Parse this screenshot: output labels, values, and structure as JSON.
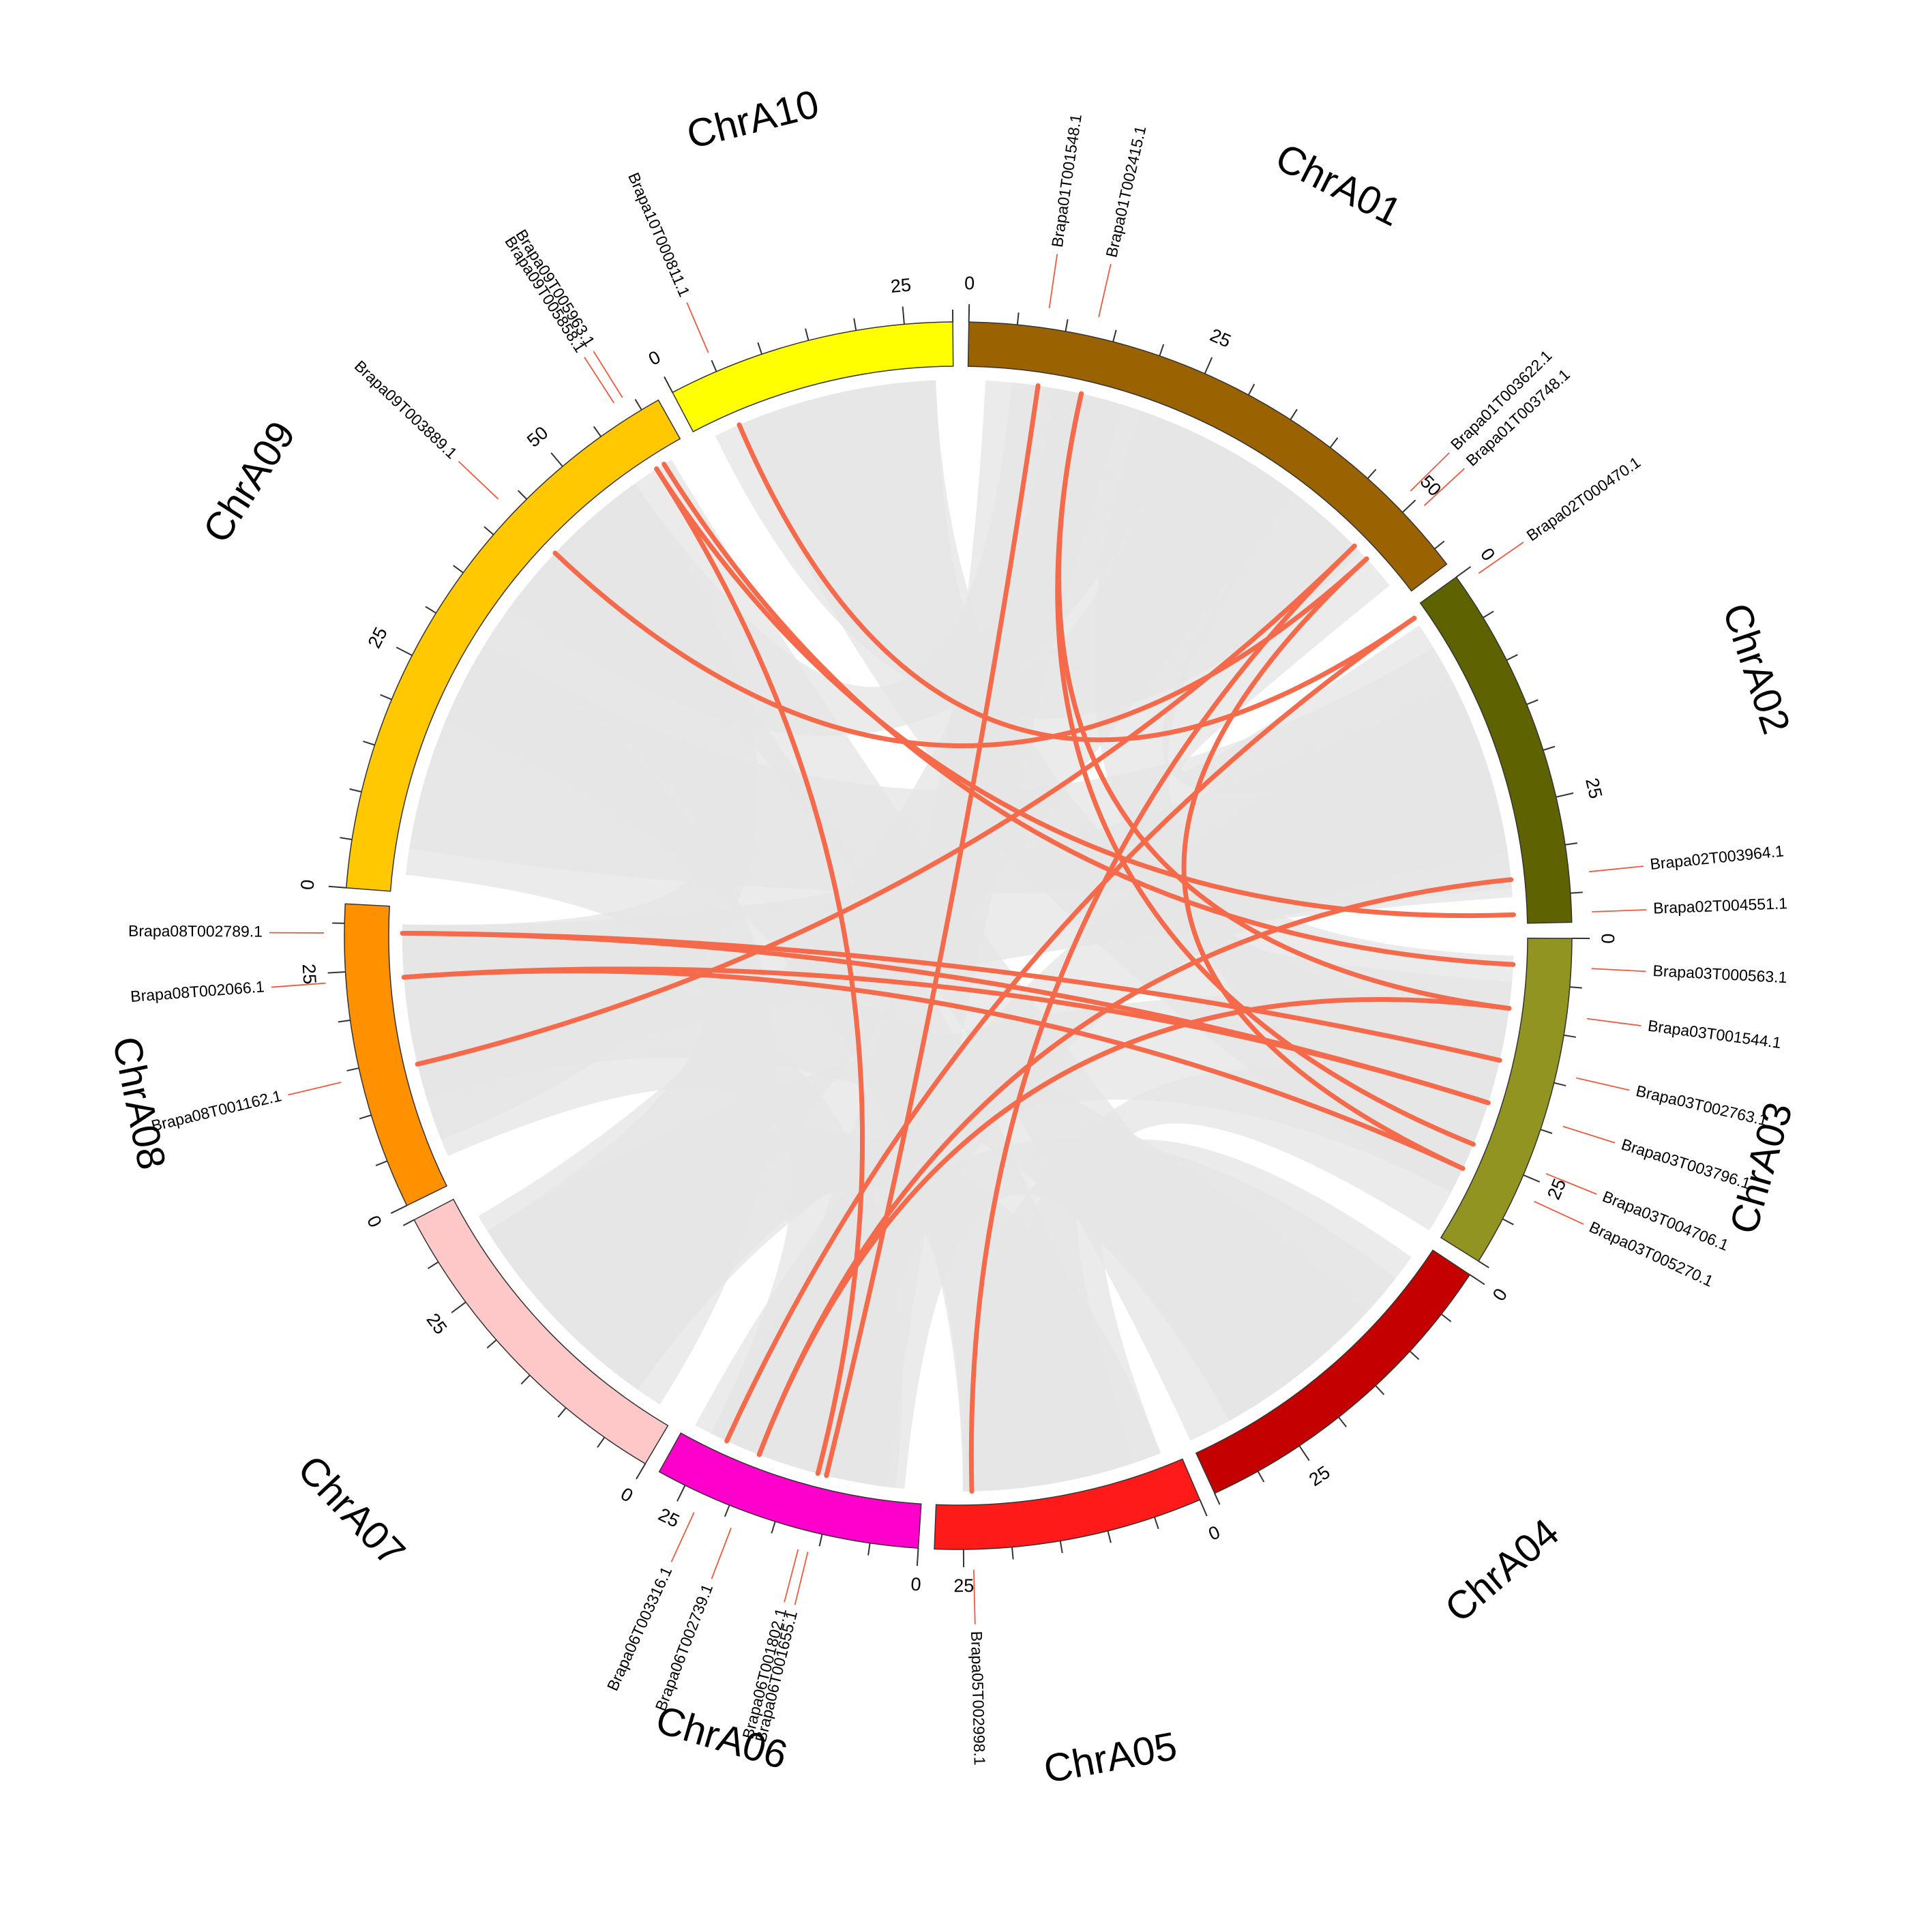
{
  "colors": {
    "background_ribbon": "#e6e6e6",
    "highlight_link": "#f46a4a",
    "leader_line": "#f05a3c"
  },
  "chromosomes": [
    {
      "id": "A01",
      "label": "ChrA01",
      "length": 57,
      "color": "#9a6200",
      "ticks": [
        0,
        25,
        50
      ]
    },
    {
      "id": "A02",
      "label": "ChrA02",
      "length": 38,
      "color": "#5e6200",
      "ticks": [
        0,
        25
      ]
    },
    {
      "id": "A03",
      "label": "ChrA03",
      "length": 35,
      "color": "#919420",
      "ticks": [
        0,
        25
      ]
    },
    {
      "id": "A04",
      "label": "ChrA04",
      "length": 35,
      "color": "#c40000",
      "ticks": [
        0,
        25
      ]
    },
    {
      "id": "A05",
      "label": "ChrA05",
      "length": 28,
      "color": "#ff1a1a",
      "ticks": [
        0,
        25
      ]
    },
    {
      "id": "A06",
      "label": "ChrA06",
      "length": 28,
      "color": "#ff00cc",
      "ticks": [
        0,
        25
      ]
    },
    {
      "id": "A07",
      "label": "ChrA07",
      "length": 35,
      "color": "#ffc8c8",
      "ticks": [
        0,
        25
      ]
    },
    {
      "id": "A08",
      "label": "ChrA08",
      "length": 32,
      "color": "#ff9000",
      "ticks": [
        0,
        25
      ]
    },
    {
      "id": "A09",
      "label": "ChrA09",
      "length": 62,
      "color": "#ffc800",
      "ticks": [
        0,
        25,
        50
      ]
    },
    {
      "id": "A10",
      "label": "ChrA10",
      "length": 30,
      "color": "#ffff00",
      "ticks": [
        0,
        25
      ]
    }
  ],
  "genes": [
    {
      "label": "Brapa01T001548.1",
      "chr": "A01",
      "pos": 8
    },
    {
      "label": "Brapa01T002415.1",
      "chr": "A01",
      "pos": 13
    },
    {
      "label": "Brapa01T003622.1",
      "chr": "A01",
      "pos": 49
    },
    {
      "label": "Brapa01T003748.1",
      "chr": "A01",
      "pos": 51
    },
    {
      "label": "Brapa02T000470.1",
      "chr": "A02",
      "pos": 1
    },
    {
      "label": "Brapa02T003964.1",
      "chr": "A02",
      "pos": 33
    },
    {
      "label": "Brapa02T004551.1",
      "chr": "A02",
      "pos": 37
    },
    {
      "label": "Brapa03T000563.1",
      "chr": "A03",
      "pos": 3
    },
    {
      "label": "Brapa03T001544.1",
      "chr": "A03",
      "pos": 8
    },
    {
      "label": "Brapa03T002763.1",
      "chr": "A03",
      "pos": 14
    },
    {
      "label": "Brapa03T003796.1",
      "chr": "A03",
      "pos": 19
    },
    {
      "label": "Brapa03T004706.1",
      "chr": "A03",
      "pos": 24
    },
    {
      "label": "Brapa03T005270.1",
      "chr": "A03",
      "pos": 27
    },
    {
      "label": "Brapa05T002998.1",
      "chr": "A05",
      "pos": 24
    },
    {
      "label": "Brapa06T001655.1",
      "chr": "A06",
      "pos": 11
    },
    {
      "label": "Brapa06T001802.1",
      "chr": "A06",
      "pos": 12
    },
    {
      "label": "Brapa06T002739.1",
      "chr": "A06",
      "pos": 19
    },
    {
      "label": "Brapa06T003316.1",
      "chr": "A06",
      "pos": 23
    },
    {
      "label": "Brapa08T001162.1",
      "chr": "A08",
      "pos": 14
    },
    {
      "label": "Brapa08T002066.1",
      "chr": "A08",
      "pos": 24
    },
    {
      "label": "Brapa08T002789.1",
      "chr": "A08",
      "pos": 29
    },
    {
      "label": "Brapa09T003889.1",
      "chr": "A09",
      "pos": 43
    },
    {
      "label": "Brapa09T005858.1",
      "chr": "A09",
      "pos": 58
    },
    {
      "label": "Brapa09T005963.1",
      "chr": "A09",
      "pos": 59
    },
    {
      "label": "Brapa10T000811.1",
      "chr": "A10",
      "pos": 5
    }
  ],
  "links": [
    [
      "Brapa01T001548.1",
      "Brapa06T001655.1"
    ],
    [
      "Brapa01T002415.1",
      "Brapa03T004706.1"
    ],
    [
      "Brapa01T003622.1",
      "Brapa08T001162.1"
    ],
    [
      "Brapa01T003748.1",
      "Brapa09T003889.1"
    ],
    [
      "Brapa02T000470.1",
      "Brapa10T000811.1"
    ],
    [
      "Brapa02T003964.1",
      "Brapa06T002739.1"
    ],
    [
      "Brapa02T004551.1",
      "Brapa09T005858.1"
    ],
    [
      "Brapa03T000563.1",
      "Brapa09T005963.1"
    ],
    [
      "Brapa03T001544.1",
      "Brapa01T002415.1"
    ],
    [
      "Brapa03T002763.1",
      "Brapa08T002789.1"
    ],
    [
      "Brapa03T003796.1",
      "Brapa08T002066.1"
    ],
    [
      "Brapa03T005270.1",
      "Brapa01T003748.1"
    ],
    [
      "Brapa05T002998.1",
      "Brapa01T003622.1"
    ],
    [
      "Brapa06T001802.1",
      "Brapa09T005858.1"
    ],
    [
      "Brapa06T003316.1",
      "Brapa02T000470.1"
    ],
    [
      "Brapa06T002739.1",
      "Brapa03T001544.1"
    ],
    [
      "Brapa08T002789.1",
      "Brapa03T003796.1"
    ],
    [
      "Brapa08T002066.1",
      "Brapa03T005270.1"
    ]
  ],
  "background_ribbons": [
    [
      "A01",
      2,
      18,
      "A06",
      4,
      22
    ],
    [
      "A01",
      20,
      40,
      "A03",
      2,
      22
    ],
    [
      "A01",
      40,
      55,
      "A02",
      2,
      15
    ],
    [
      "A01",
      5,
      25,
      "A09",
      35,
      55
    ],
    [
      "A02",
      15,
      34,
      "A03",
      5,
      25
    ],
    [
      "A02",
      5,
      30,
      "A09",
      5,
      30
    ],
    [
      "A03",
      20,
      35,
      "A05",
      2,
      20
    ],
    [
      "A03",
      8,
      30,
      "A07",
      5,
      30
    ],
    [
      "A04",
      2,
      18,
      "A05",
      5,
      25
    ],
    [
      "A04",
      5,
      30,
      "A06",
      2,
      25
    ],
    [
      "A04",
      18,
      35,
      "A09",
      45,
      60
    ],
    [
      "A05",
      2,
      25,
      "A07",
      5,
      28
    ],
    [
      "A06",
      3,
      25,
      "A08",
      3,
      28
    ],
    [
      "A07",
      2,
      30,
      "A09",
      2,
      30
    ],
    [
      "A08",
      5,
      30,
      "A09",
      30,
      55
    ],
    [
      "A10",
      2,
      28,
      "A01",
      25,
      50
    ],
    [
      "A10",
      5,
      28,
      "A03",
      10,
      30
    ],
    [
      "A08",
      10,
      30,
      "A02",
      10,
      35
    ],
    [
      "A07",
      10,
      32,
      "A01",
      10,
      40
    ],
    [
      "A09",
      20,
      50,
      "A05",
      5,
      25
    ],
    [
      "A02",
      10,
      30,
      "A06",
      10,
      27
    ],
    [
      "A04",
      10,
      30,
      "A08",
      10,
      30
    ]
  ]
}
